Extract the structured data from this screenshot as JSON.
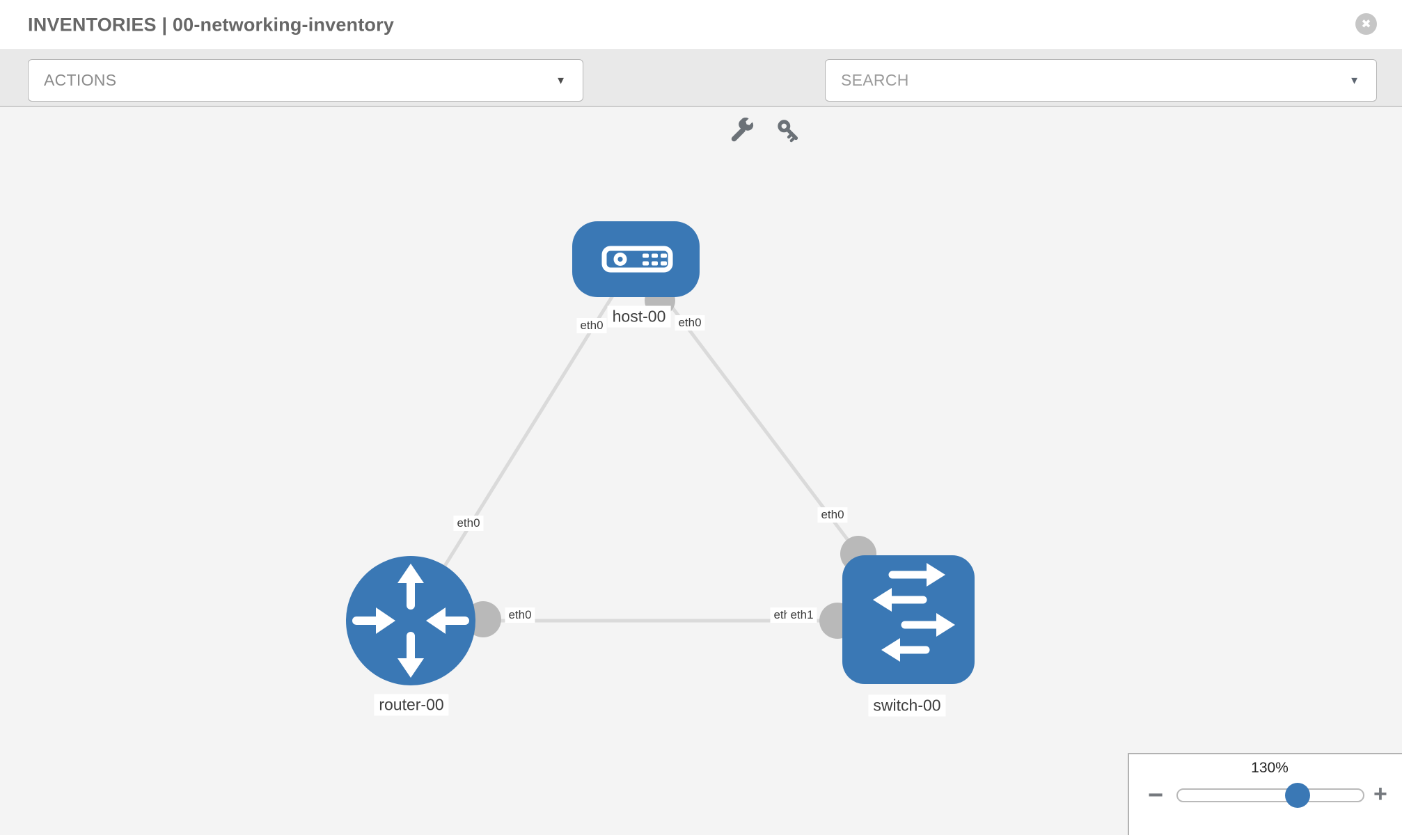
{
  "header": {
    "title": "INVENTORIES | 00-networking-inventory",
    "close_glyph": "✖"
  },
  "toolbar": {
    "actions_label": "ACTIONS",
    "search_label": "SEARCH",
    "caret_glyph": "▼",
    "wrench_icon": "wrench",
    "key_icon": "key"
  },
  "topology": {
    "nodes": [
      {
        "id": "host-00",
        "type": "host",
        "label": "host-00"
      },
      {
        "id": "router-00",
        "type": "router",
        "label": "router-00"
      },
      {
        "id": "switch-00",
        "type": "switch",
        "label": "switch-00"
      }
    ],
    "links": [
      {
        "from": "host-00",
        "from_if": "eth0",
        "to": "router-00",
        "to_if": "eth0"
      },
      {
        "from": "host-00",
        "from_if": "eth0",
        "to": "switch-00",
        "to_if": "eth0"
      },
      {
        "from": "router-00",
        "from_if": "eth0",
        "to": "switch-00",
        "to_if": "eth1"
      }
    ],
    "interface_labels": {
      "host_left": "eth0",
      "host_right": "eth0",
      "router_host_link": "eth0",
      "router_eth": "eth0",
      "switch_top": "eth0",
      "switch_link_under": "eth0",
      "switch_link_over": "eth1"
    },
    "colors": {
      "node_fill": "#3a78b5",
      "link": "#dadada",
      "endpoint": "#b9b9b9",
      "label_text": "#3d3d3d"
    }
  },
  "zoom_panel": {
    "level": "130%",
    "minus_glyph": "−",
    "plus_glyph": "+"
  }
}
